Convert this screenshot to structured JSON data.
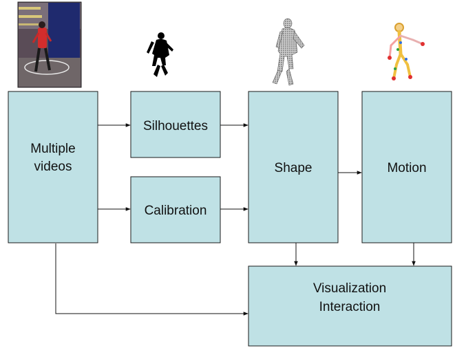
{
  "diagram": {
    "nodes": {
      "videos": {
        "line1": "Multiple",
        "line2": "videos"
      },
      "silhouettes": {
        "label": "Silhouettes"
      },
      "calibration": {
        "label": "Calibration"
      },
      "shape": {
        "label": "Shape"
      },
      "motion": {
        "label": "Motion"
      },
      "visualization": {
        "line1": "Visualization",
        "line2": "Interaction"
      }
    },
    "images": {
      "video_frame": "photo of a person walking in a motion-capture studio",
      "silhouette": "black silhouette of a walking person",
      "shape_mesh": "gray 3D mesh of a walking person",
      "motion_skeleton": "colored skeleton of a walking person"
    },
    "colors": {
      "box_fill": "#bfe1e5",
      "box_stroke": "#1a1a1a",
      "arrow": "#111111"
    }
  }
}
